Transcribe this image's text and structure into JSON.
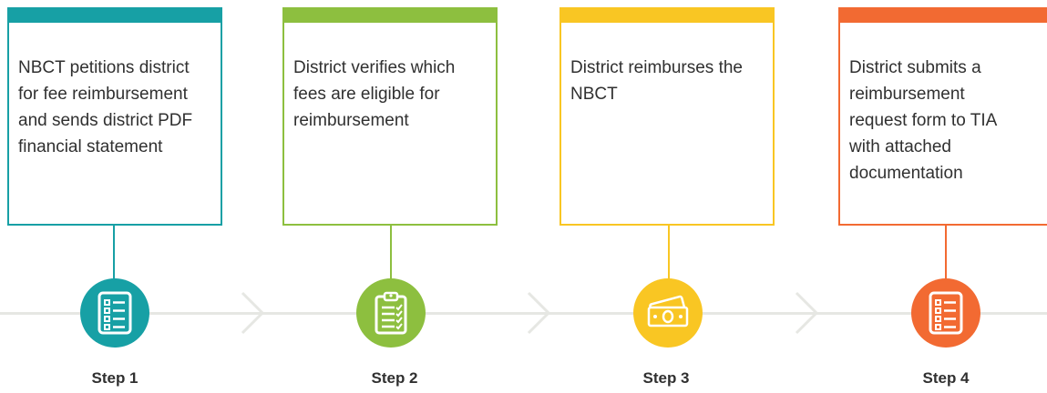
{
  "colors": {
    "teal": "#17a0a5",
    "green": "#8dbf3f",
    "yellow": "#f9c623",
    "orange": "#f26a32",
    "timeline": "#e6e7e3"
  },
  "steps": [
    {
      "label": "Step 1",
      "text": "NBCT petitions district\nfor fee reimbursement\nand sends district PDF\nfinancial statement",
      "icon": "checklist-icon"
    },
    {
      "label": "Step 2",
      "text": "District verifies which\nfees are eligible for\nreimbursement",
      "icon": "clipboard-check-icon"
    },
    {
      "label": "Step 3",
      "text": "District reimburses the\nNBCT",
      "icon": "money-icon"
    },
    {
      "label": "Step 4",
      "text": "District submits a\nreimbursement\nrequest form to TIA\nwith attached\ndocumentation",
      "icon": "checklist-icon"
    }
  ]
}
